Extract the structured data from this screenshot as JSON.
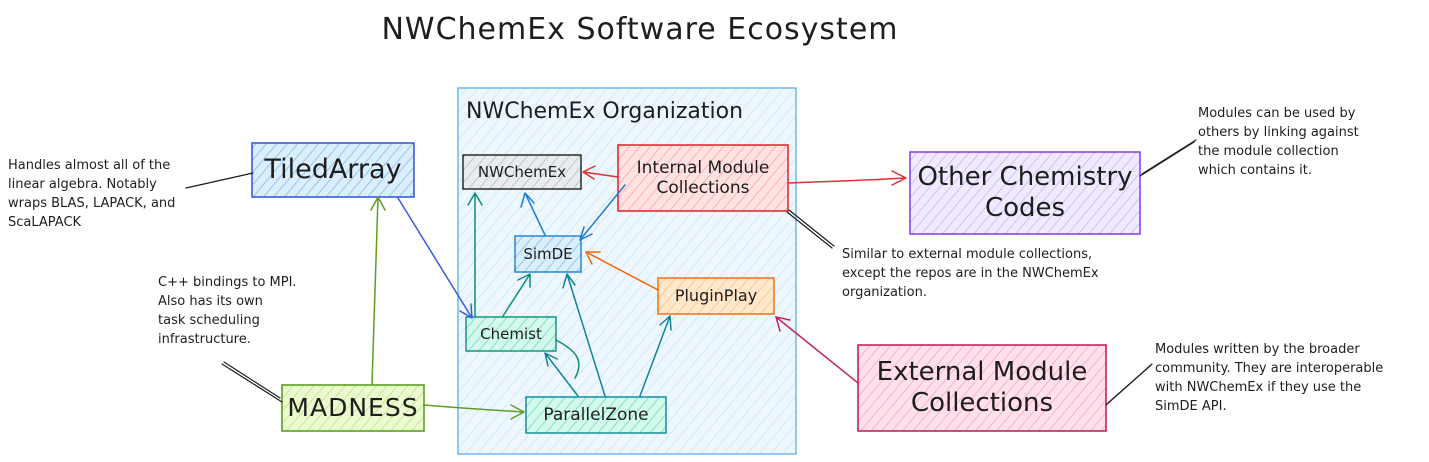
{
  "title": "NWChemEx Software Ecosystem",
  "colors": {
    "blue": "#4c6ef5",
    "blue_fill": "#a5d8ff",
    "teal": "#0b8f7a",
    "teal_fill": "#96f2d7",
    "red": "#e03131",
    "red_fill": "#ffc9c9",
    "orange": "#f76707",
    "orange_fill": "#ffd8a8",
    "green": "#5f9e22",
    "green_fill": "#d8f5a2",
    "gray_fill": "#ced4da",
    "purple": "#8e44ec",
    "purple_fill": "#e5dbff",
    "pink": "#c2255c",
    "pink_fill": "#fcc2d7",
    "org_fill": "#e7f5ff"
  },
  "org": {
    "label": "NWChemEx Organization"
  },
  "nodes": {
    "tiledarray": "TiledArray",
    "madness": "MADNESS",
    "nwchemex": "NWChemEx",
    "internal_line1": "Internal Module",
    "internal_line2": "Collections",
    "simde": "SimDE",
    "pluginplay": "PluginPlay",
    "chemist": "Chemist",
    "parallelzone": "ParallelZone",
    "other_line1": "Other Chemistry",
    "other_line2": "Codes",
    "external_line1": "External Module",
    "external_line2": "Collections"
  },
  "notes": {
    "tiledarray": [
      "Handles almost all of the",
      "linear algebra. Notably",
      "wraps BLAS, LAPACK, and",
      "ScaLAPACK"
    ],
    "madness": [
      "C++ bindings to MPI.",
      "Also has its own",
      "task scheduling",
      "infrastructure."
    ],
    "other_codes": [
      "Modules can be used by",
      "others by linking against",
      "the module collection",
      "which contains it."
    ],
    "internal": [
      "Similar to external module collections,",
      "except the repos are in the NWChemEx",
      "organization."
    ],
    "external": [
      "Modules written by the broader",
      "community. They are interoperable",
      "with NWChemEx if they use the",
      "SimDE API."
    ]
  }
}
